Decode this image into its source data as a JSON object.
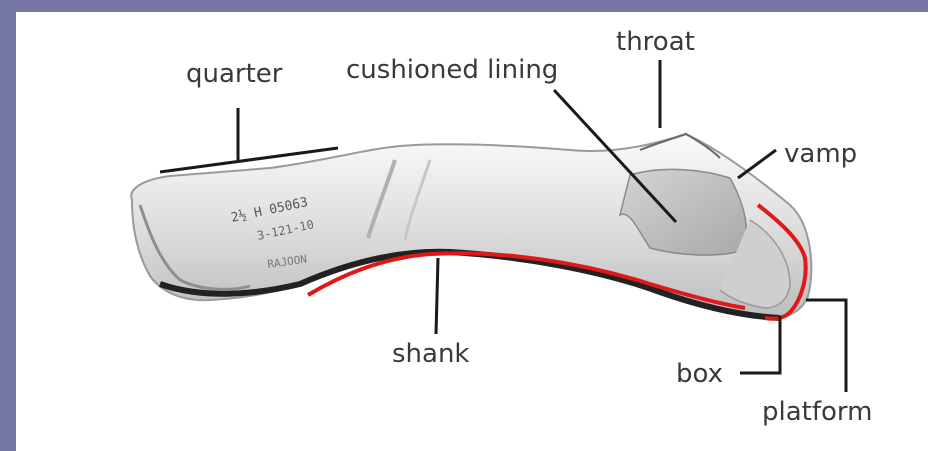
{
  "labels": {
    "quarter": "quarter",
    "cushioned_lining": "cushioned lining",
    "throat": "throat",
    "vamp": "vamp",
    "shank": "shank",
    "box": "box",
    "platform": "platform"
  },
  "shoe_stamp": {
    "line1": "2½ H 05063",
    "line2": "3-121-10",
    "line3": "RAJOON"
  },
  "colors": {
    "background": "#7777a4",
    "highlight": "#e01818"
  }
}
